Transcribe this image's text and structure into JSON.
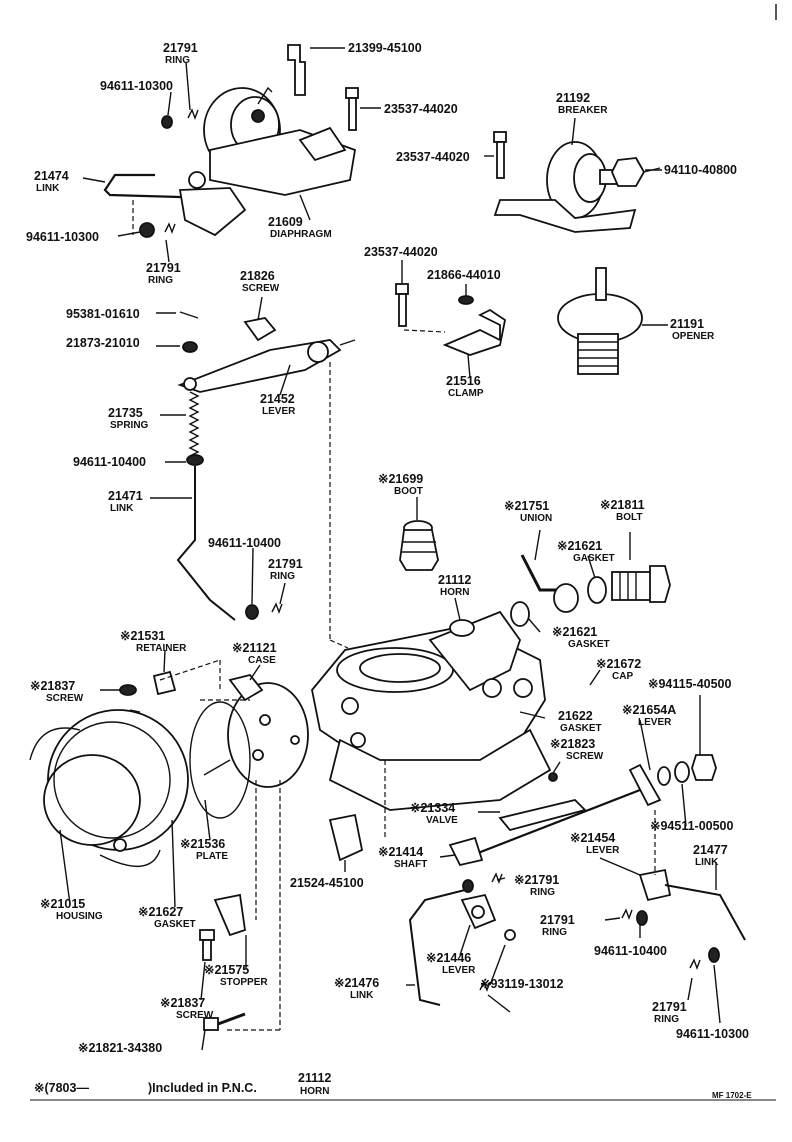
{
  "diagram": {
    "parts": [
      {
        "part_no": "21791",
        "name": "RING",
        "note": ""
      },
      {
        "part_no": "94611-10300",
        "name": "",
        "note": ""
      },
      {
        "part_no": "21474",
        "name": "LINK",
        "note": ""
      },
      {
        "part_no": "94611-10300",
        "name": "",
        "note": ""
      },
      {
        "part_no": "21791",
        "name": "RING",
        "note": ""
      },
      {
        "part_no": "21399-45100",
        "name": "",
        "note": ""
      },
      {
        "part_no": "23537-44020",
        "name": "",
        "note": ""
      },
      {
        "part_no": "21609",
        "name": "DIAPHRAGM",
        "note": ""
      },
      {
        "part_no": "21192",
        "name": "BREAKER",
        "note": ""
      },
      {
        "part_no": "23537-44020",
        "name": "",
        "note": ""
      },
      {
        "part_no": "94110-40800",
        "name": "",
        "note": ""
      },
      {
        "part_no": "21826",
        "name": "SCREW",
        "note": ""
      },
      {
        "part_no": "95381-01610",
        "name": "",
        "note": ""
      },
      {
        "part_no": "21873-21010",
        "name": "",
        "note": ""
      },
      {
        "part_no": "21452",
        "name": "LEVER",
        "note": ""
      },
      {
        "part_no": "23537-44020",
        "name": "",
        "note": ""
      },
      {
        "part_no": "21866-44010",
        "name": "",
        "note": ""
      },
      {
        "part_no": "21516",
        "name": "CLAMP",
        "note": ""
      },
      {
        "part_no": "21191",
        "name": "OPENER",
        "note": ""
      },
      {
        "part_no": "21735",
        "name": "SPRING",
        "note": ""
      },
      {
        "part_no": "94611-10400",
        "name": "",
        "note": ""
      },
      {
        "part_no": "21471",
        "name": "LINK",
        "note": ""
      },
      {
        "part_no": "21699",
        "name": "BOOT",
        "note": "※"
      },
      {
        "part_no": "21751",
        "name": "UNION",
        "note": "※"
      },
      {
        "part_no": "21811",
        "name": "BOLT",
        "note": "※"
      },
      {
        "part_no": "21621",
        "name": "GASKET",
        "note": "※"
      },
      {
        "part_no": "94611-10400",
        "name": "",
        "note": ""
      },
      {
        "part_no": "21791",
        "name": "RING",
        "note": ""
      },
      {
        "part_no": "21112",
        "name": "HORN",
        "note": ""
      },
      {
        "part_no": "21621",
        "name": "GASKET",
        "note": "※"
      },
      {
        "part_no": "21531",
        "name": "RETAINER",
        "note": "※"
      },
      {
        "part_no": "21121",
        "name": "CASE",
        "note": "※"
      },
      {
        "part_no": "21672",
        "name": "CAP",
        "note": "※"
      },
      {
        "part_no": "21837",
        "name": "SCREW",
        "note": "※"
      },
      {
        "part_no": "94115-40500",
        "name": "",
        "note": "※"
      },
      {
        "part_no": "21654A",
        "name": "LEVER",
        "note": "※"
      },
      {
        "part_no": "21622",
        "name": "GASKET",
        "note": ""
      },
      {
        "part_no": "21823",
        "name": "SCREW",
        "note": "※"
      },
      {
        "part_no": "21334",
        "name": "VALVE",
        "note": "※"
      },
      {
        "part_no": "94511-00500",
        "name": "",
        "note": "※"
      },
      {
        "part_no": "21536",
        "name": "PLATE",
        "note": "※"
      },
      {
        "part_no": "21454",
        "name": "LEVER",
        "note": "※"
      },
      {
        "part_no": "21414",
        "name": "SHAFT",
        "note": "※"
      },
      {
        "part_no": "21524-45100",
        "name": "",
        "note": ""
      },
      {
        "part_no": "21477",
        "name": "LINK",
        "note": ""
      },
      {
        "part_no": "21791",
        "name": "RING",
        "note": "※"
      },
      {
        "part_no": "21015",
        "name": "HOUSING",
        "note": "※"
      },
      {
        "part_no": "21627",
        "name": "GASKET",
        "note": "※"
      },
      {
        "part_no": "21791",
        "name": "RING",
        "note": ""
      },
      {
        "part_no": "94611-10400",
        "name": "",
        "note": ""
      },
      {
        "part_no": "21446",
        "name": "LEVER",
        "note": "※"
      },
      {
        "part_no": "21575",
        "name": "STOPPER",
        "note": "※"
      },
      {
        "part_no": "21476",
        "name": "LINK",
        "note": "※"
      },
      {
        "part_no": "93119-13012",
        "name": "",
        "note": "※"
      },
      {
        "part_no": "21837",
        "name": "SCREW",
        "note": "※"
      },
      {
        "part_no": "21791",
        "name": "RING",
        "note": ""
      },
      {
        "part_no": "94611-10300",
        "name": "",
        "note": ""
      },
      {
        "part_no": "21821-34380",
        "name": "",
        "note": "※"
      }
    ],
    "footer": {
      "marker": "※(7803—",
      "text": ")Included in P.N.C.",
      "pnc": "21112",
      "pnc_name": "HORN",
      "code": "MF 1702-E"
    }
  }
}
